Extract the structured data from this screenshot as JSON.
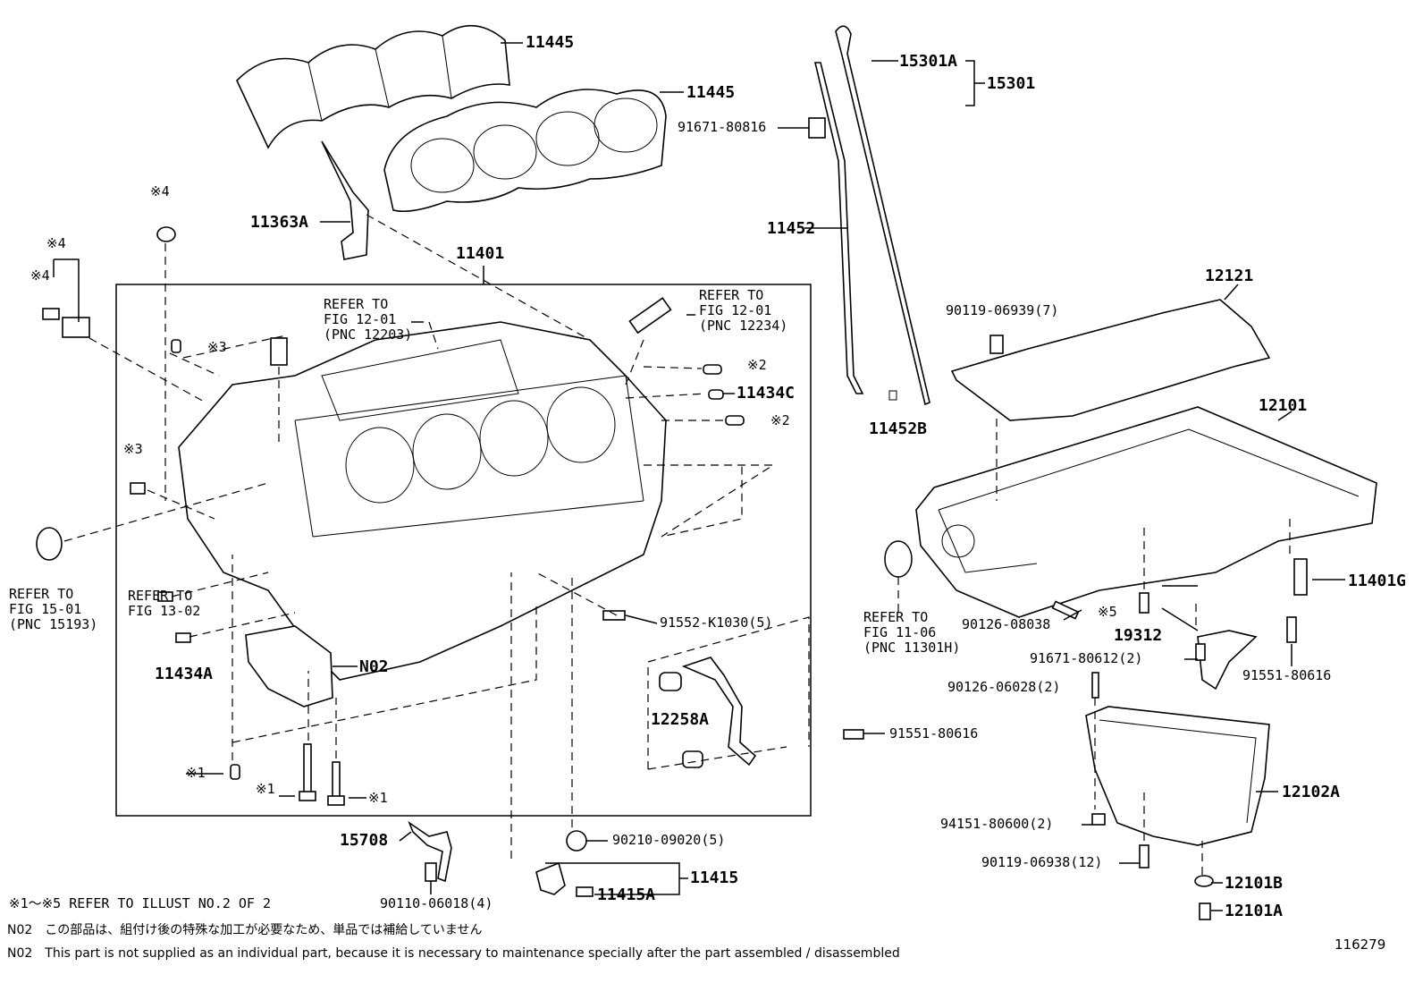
{
  "diagram_id": "116279",
  "labels": {
    "p11445_top": "11445",
    "p11445_mid": "11445",
    "p11363A": "11363A",
    "p11401": "11401",
    "p15301A": "15301A",
    "p15301": "15301",
    "p91671_80816": "91671-80816",
    "p11452": "11452",
    "p11452B": "11452B",
    "p12121": "12121",
    "p90119_06939": "90119-06939(7)",
    "p12101": "12101",
    "p11434C": "11434C",
    "p11434A": "11434A",
    "pN02": "N02",
    "p91552_K1030": "91552-K1030(5)",
    "p12258A": "12258A",
    "p91551_80616_mid": "91551-80616",
    "p90126_08038": "90126-08038",
    "p11401G": "11401G",
    "p19312": "19312",
    "p91671_80612": "91671-80612(2)",
    "p91551_80616_right": "91551-80616",
    "p90126_06028": "90126-06028(2)",
    "p12102A": "12102A",
    "p94151_80600": "94151-80600(2)",
    "p90119_06938": "90119-06938(12)",
    "p12101B": "12101B",
    "p12101A": "12101A",
    "p15708": "15708",
    "p90110_06018": "90110-06018(4)",
    "p90210_09020": "90210-09020(5)",
    "p11415": "11415",
    "p11415A": "11415A"
  },
  "refs": {
    "fig12_01_a": [
      "REFER TO",
      "FIG 12-01",
      "(PNC 12203)"
    ],
    "fig12_01_b": [
      "REFER TO",
      "FIG 12-01",
      "(PNC 12234)"
    ],
    "fig15_01": [
      "REFER TO",
      "FIG 15-01",
      "(PNC 15193)"
    ],
    "fig13_02": [
      "REFER TO",
      "FIG 13-02"
    ],
    "fig11_06": [
      "REFER TO",
      "FIG 11-06",
      "(PNC 11301H)"
    ]
  },
  "marks": {
    "m4a": "※4",
    "m4b": "※4",
    "m4c": "※4",
    "m3a": "※3",
    "m3b": "※3",
    "m2a": "※2",
    "m2b": "※2",
    "m5": "※5",
    "m1a": "※1",
    "m1b": "※1",
    "m1c": "※1"
  },
  "footnotes": {
    "refer_illust": "※1～※5 REFER TO ILLUST NO.2 OF 2",
    "n02_jp": "N02　この部品は、組付け後の特殊な加工が必要なため、単品では補給していません",
    "n02_en": "N02　This part is not supplied as an individual part, because it is necessary to maintenance specially after the part assembled / disassembled"
  }
}
